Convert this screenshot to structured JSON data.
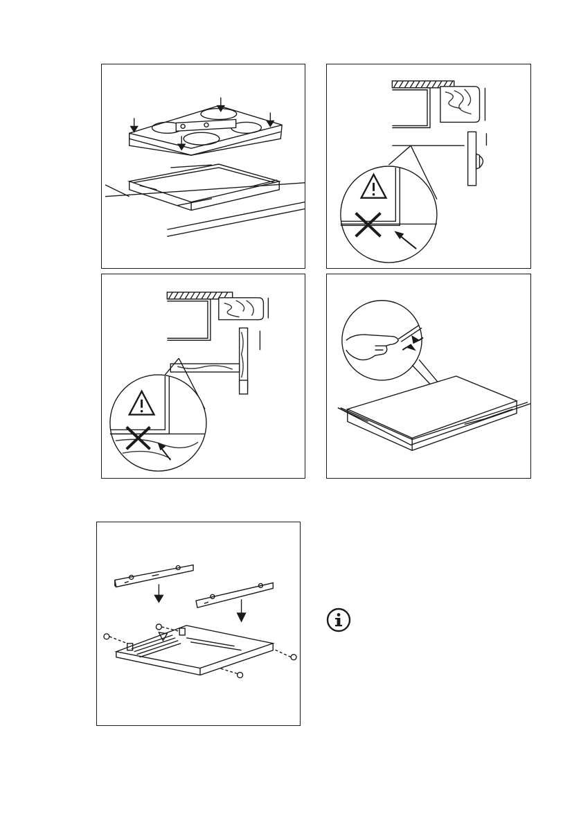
{
  "page": {
    "figures": [
      {
        "id": "fig-a",
        "subject": "hob-installation-into-cutout"
      },
      {
        "id": "fig-b",
        "subject": "installation-above-door-clearance-warning"
      },
      {
        "id": "fig-c",
        "subject": "installation-above-drawer-warning"
      },
      {
        "id": "fig-d",
        "subject": "sealing-strip-application"
      },
      {
        "id": "fig-e",
        "subject": "mounting-brackets-and-screws"
      }
    ],
    "icons": {
      "warning": "warning-triangle-icon",
      "error": "cross-icon",
      "info": "info-icon"
    },
    "colors": {
      "line": "#1a1a1a",
      "background": "#ffffff",
      "wood_grain": "#333333"
    }
  }
}
